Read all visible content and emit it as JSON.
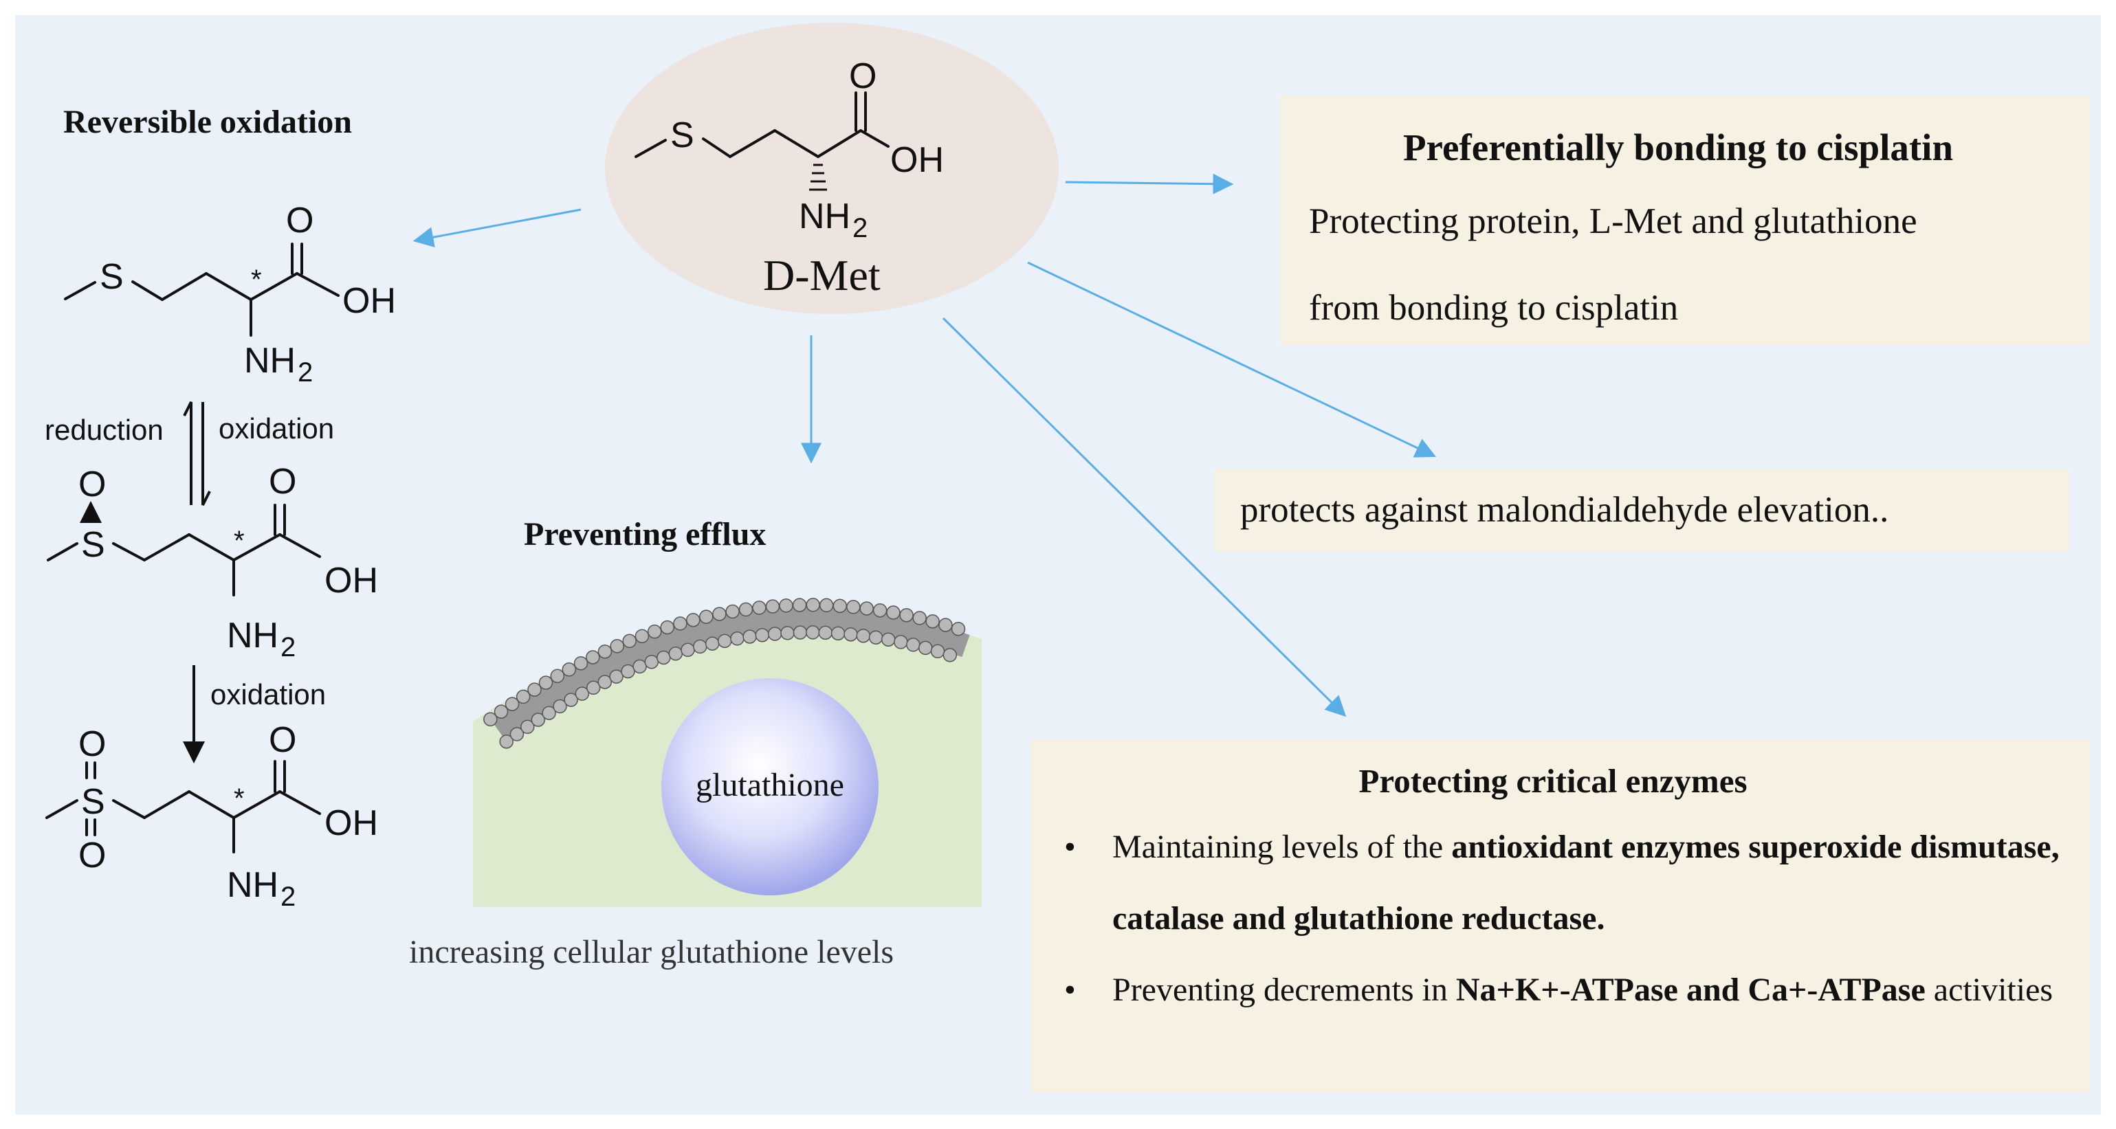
{
  "colors": {
    "panel_bg": "#eaf1f9",
    "box_bg": "#f6f1e3",
    "arrow": "#5aaee6",
    "ellipse": "#ede3df",
    "membrane_fill": "#deeacd",
    "lipid_head": "#b9b9b9",
    "glutathione_sphere": "#c9cdf5"
  },
  "labels": {
    "reversible_oxidation": "Reversible oxidation",
    "reduction": "reduction",
    "oxidation_up": "oxidation",
    "oxidation_down": "oxidation",
    "chiral_star": "*",
    "d_met": "D-Met",
    "preventing_efflux": "Preventing efflux",
    "glutathione": "glutathione",
    "increasing_levels": "increasing cellular glutathione levels"
  },
  "atoms": {
    "S": "S",
    "O": "O",
    "OH": "OH",
    "NH2": "NH",
    "sub2": "2"
  },
  "boxes": {
    "cisplatin": {
      "title": "Preferentially bonding to cisplatin",
      "line1": "Protecting protein, L-Met and glutathione",
      "line2": "from bonding to cisplatin"
    },
    "mda": {
      "text": "protects against malondialdehyde elevation.."
    },
    "enzymes": {
      "title": "Protecting critical enzymes",
      "bullet": "•",
      "item1_a": "Maintaining levels of the ",
      "item1_b": "antioxidant enzymes superoxide dismutase, catalase and glutathione reductase.",
      "item2_a": "Preventing decrements in ",
      "item2_b": "Na+K+-ATPase and Ca+-ATPase",
      "item2_c": " activities"
    }
  }
}
